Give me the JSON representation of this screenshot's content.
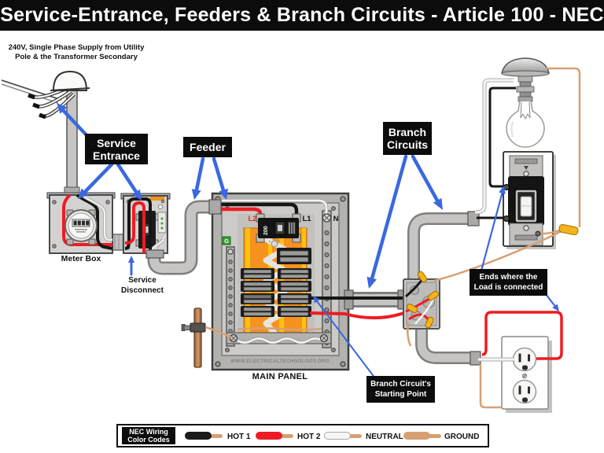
{
  "title": "Service-Entrance, Feeders & Branch Circuits - Article 100 - NEC",
  "supply_note": {
    "line1": "240V, Single Phase Supply from Utility",
    "line2": "Pole & the Transformer Secondary"
  },
  "callouts": {
    "service_entrance": {
      "line1": "Service",
      "line2": "Entrance"
    },
    "feeder": {
      "label": "Feeder"
    },
    "branch_circuits": {
      "line1": "Branch",
      "line2": "Circuits"
    },
    "branch_start": {
      "line1": "Branch Circuit's",
      "line2": "Starting Point"
    },
    "load_end": {
      "line1": "Ends where the",
      "line2": "Load is connected"
    },
    "service_disconnect": {
      "line1": "Service",
      "line2": "Disconnect"
    },
    "meter_box": {
      "label": "Meter Box"
    },
    "main_panel": {
      "label": "MAIN PANEL"
    }
  },
  "panel": {
    "l2": "L2",
    "l1": "L1",
    "neutral": "N",
    "ground": "G",
    "main_breaker_rating": "200",
    "website": "WWW.ELECTRICALTECHNOLOGY.ORG"
  },
  "legend": {
    "title": {
      "line1": "NEC Wiring",
      "line2": "Color Codes"
    },
    "items": [
      {
        "label": "HOT 1",
        "color": "#1a1a1a"
      },
      {
        "label": "HOT 2",
        "color": "#ed1c24"
      },
      {
        "label": "NEUTRAL",
        "color": "#f6f6f6"
      },
      {
        "label": "GROUND",
        "color": "#d7a072"
      }
    ]
  },
  "colors": {
    "arrow_blue": "#3a68e0",
    "hot1_black": "#1a1a1a",
    "hot2_red": "#ed1c24",
    "neutral_white": "#f6f6f6",
    "ground_copper": "#d7a072",
    "label_bg": "#0c0c0c",
    "conduit_gray": "#c6c5c3"
  }
}
